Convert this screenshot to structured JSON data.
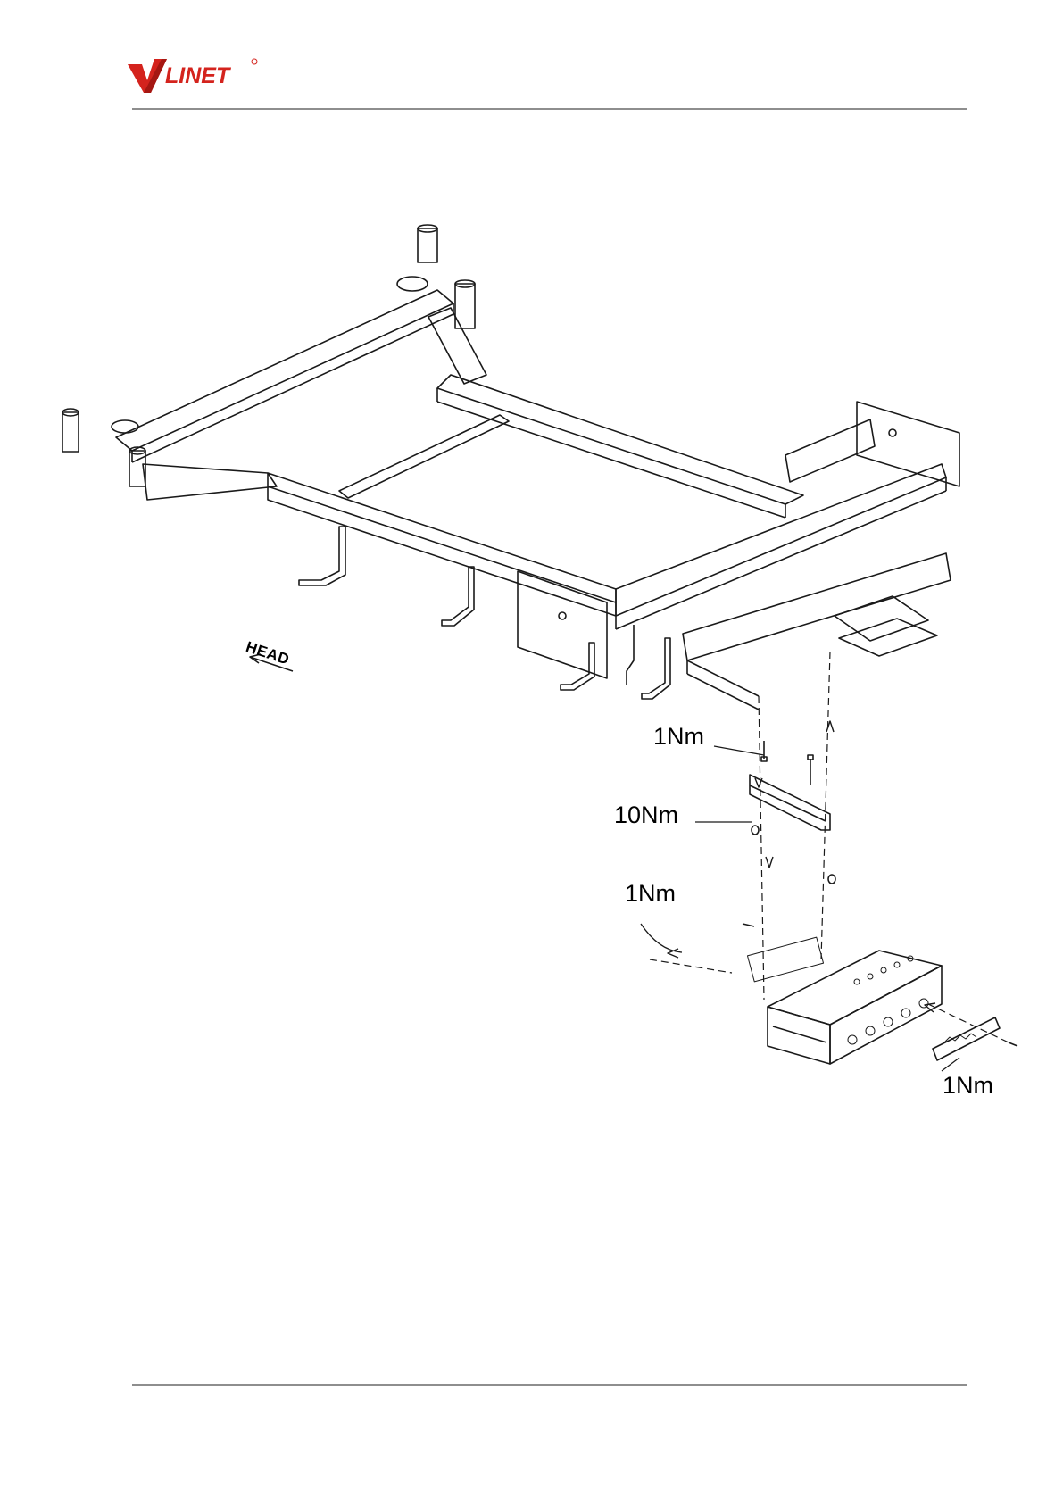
{
  "header": {
    "brand": "LINET"
  },
  "figure": {
    "direction_label": "HEAD",
    "torque_labels": [
      "1Nm",
      "10Nm",
      "1Nm",
      "1Nm"
    ]
  },
  "colors": {
    "brand_red": "#d4231d",
    "rule": "#8e8e8e",
    "line": "#1a1a1a"
  }
}
